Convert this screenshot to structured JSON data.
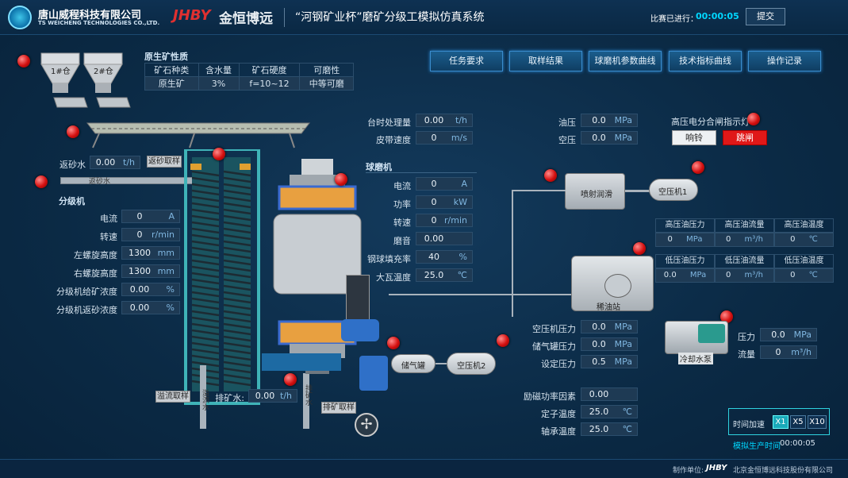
{
  "header": {
    "company_cn": "唐山威程科技有限公司",
    "company_en": "TS WEICHENG TECHNOLOGIES CO.,LTD.",
    "brand": "JHBY",
    "brand_cn": "金恒博远",
    "title": "“河钢矿业杯”磨矿分级工模拟仿真系统",
    "elapsed_label": "比赛已进行：",
    "elapsed_value": "00:00:05",
    "submit": "提交"
  },
  "nav": [
    "任务要求",
    "取样结果",
    "球磨机参数曲线",
    "技术指标曲线",
    "操作记录"
  ],
  "silos": [
    "1#仓",
    "2#仓"
  ],
  "ore": {
    "title": "原生矿性质",
    "headers": [
      "矿石种类",
      "含水量",
      "矿石硬度",
      "可磨性"
    ],
    "row": [
      "原生矿",
      "3%",
      "f=10~12",
      "中等可磨"
    ]
  },
  "feed": {
    "throughput": {
      "label": "台时处理量",
      "value": "0.00",
      "unit": "t/h"
    },
    "belt": {
      "label": "皮带速度",
      "value": "0",
      "unit": "m/s"
    }
  },
  "sandwater": {
    "label": "返砂水",
    "value": "0.00",
    "unit": "t/h",
    "sample": "返砂取样",
    "pipe_label": "返砂水"
  },
  "classifier": {
    "title": "分级机",
    "rows": [
      {
        "label": "电流",
        "value": "0",
        "unit": "A"
      },
      {
        "label": "转速",
        "value": "0",
        "unit": "r/min"
      },
      {
        "label": "左螺旋高度",
        "value": "1300",
        "unit": "mm"
      },
      {
        "label": "右螺旋高度",
        "value": "1300",
        "unit": "mm"
      },
      {
        "label": "分级机给矿浓度",
        "value": "0.00",
        "unit": "%"
      },
      {
        "label": "分级机返砂浓度",
        "value": "0.00",
        "unit": "%"
      }
    ]
  },
  "mill": {
    "title": "球磨机",
    "rows": [
      {
        "label": "电流",
        "value": "0",
        "unit": "A"
      },
      {
        "label": "功率",
        "value": "0",
        "unit": "kW"
      },
      {
        "label": "转速",
        "value": "0",
        "unit": "r/min"
      },
      {
        "label": "磨音",
        "value": "0.00",
        "unit": ""
      },
      {
        "label": "钢球填充率",
        "value": "40",
        "unit": "%"
      },
      {
        "label": "大瓦温度",
        "value": "25.0",
        "unit": "℃"
      }
    ]
  },
  "overflow": {
    "sample": "溢流取样",
    "water_label": "溢流水"
  },
  "discharge": {
    "label": "排矿水:",
    "value": "0.00",
    "unit": "t/h",
    "sample": "排矿取样",
    "pipe_label": "排矿水"
  },
  "oil": {
    "oil_press": {
      "label": "油压",
      "value": "0.0",
      "unit": "MPa"
    },
    "air_press": {
      "label": "空压",
      "value": "0.0",
      "unit": "MPa"
    },
    "hv_label": "高压电分合闸指示灯",
    "ring": "响铃",
    "trip": "跳闸"
  },
  "lube_label": "喷射润滑",
  "comp1": "空压机1",
  "comp2": "空压机2",
  "gas_tank": "储气罐",
  "oil_station": "稀油站",
  "cool_pump": "冷却水泵",
  "hp_oil": {
    "headers": [
      "高压油压力",
      "高压油流量",
      "高压油温度"
    ],
    "values": [
      {
        "v": "0",
        "u": "MPa"
      },
      {
        "v": "0",
        "u": "m³/h"
      },
      {
        "v": "0",
        "u": "℃"
      }
    ]
  },
  "lp_oil": {
    "headers": [
      "低压油压力",
      "低压油流量",
      "低压油温度"
    ],
    "values": [
      {
        "v": "0.0",
        "u": "MPa"
      },
      {
        "v": "0",
        "u": "m³/h"
      },
      {
        "v": "0",
        "u": "℃"
      }
    ]
  },
  "air": {
    "rows": [
      {
        "label": "空压机压力",
        "value": "0.0",
        "unit": "MPa"
      },
      {
        "label": "储气罐压力",
        "value": "0.0",
        "unit": "MPa"
      },
      {
        "label": "设定压力",
        "value": "0.5",
        "unit": "MPa"
      }
    ]
  },
  "motor": {
    "rows": [
      {
        "label": "励磁功率因素",
        "value": "0.00",
        "unit": ""
      },
      {
        "label": "定子温度",
        "value": "25.0",
        "unit": "℃"
      },
      {
        "label": "轴承温度",
        "value": "25.0",
        "unit": "℃"
      }
    ]
  },
  "pump": {
    "press": {
      "label": "压力",
      "value": "0.0",
      "unit": "MPa"
    },
    "flow": {
      "label": "流量",
      "value": "0",
      "unit": "m³/h"
    }
  },
  "time": {
    "label": "时间加速",
    "speeds": [
      "X1",
      "X5",
      "X10"
    ],
    "sim_label": "模拟生产时间",
    "sim_value": "00:00:05"
  },
  "footer": {
    "label": "制作单位:",
    "brand": "JHBY",
    "org": "北京金恒博远科技股份有限公司"
  },
  "colors": {
    "bg": "#0b2a45",
    "accent": "#00d7ff",
    "led": "#d41010",
    "trip": "#e01818"
  }
}
